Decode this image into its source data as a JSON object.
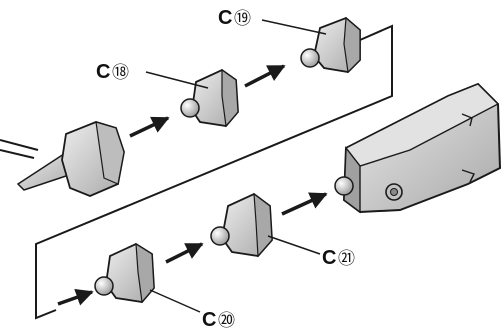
{
  "labels": {
    "c18": {
      "letter": "C",
      "number": "⑱"
    },
    "c19": {
      "letter": "C",
      "number": "⑲"
    },
    "c20": {
      "letter": "C",
      "number": "⑳"
    },
    "c21": {
      "letter": "C",
      "number": "㉑"
    }
  },
  "colors": {
    "part_fill": "#c9c9c9",
    "part_light": "#e6e6e6",
    "part_dark": "#8d8d8d",
    "line": "#1a1a1a",
    "background": "#ffffff"
  }
}
